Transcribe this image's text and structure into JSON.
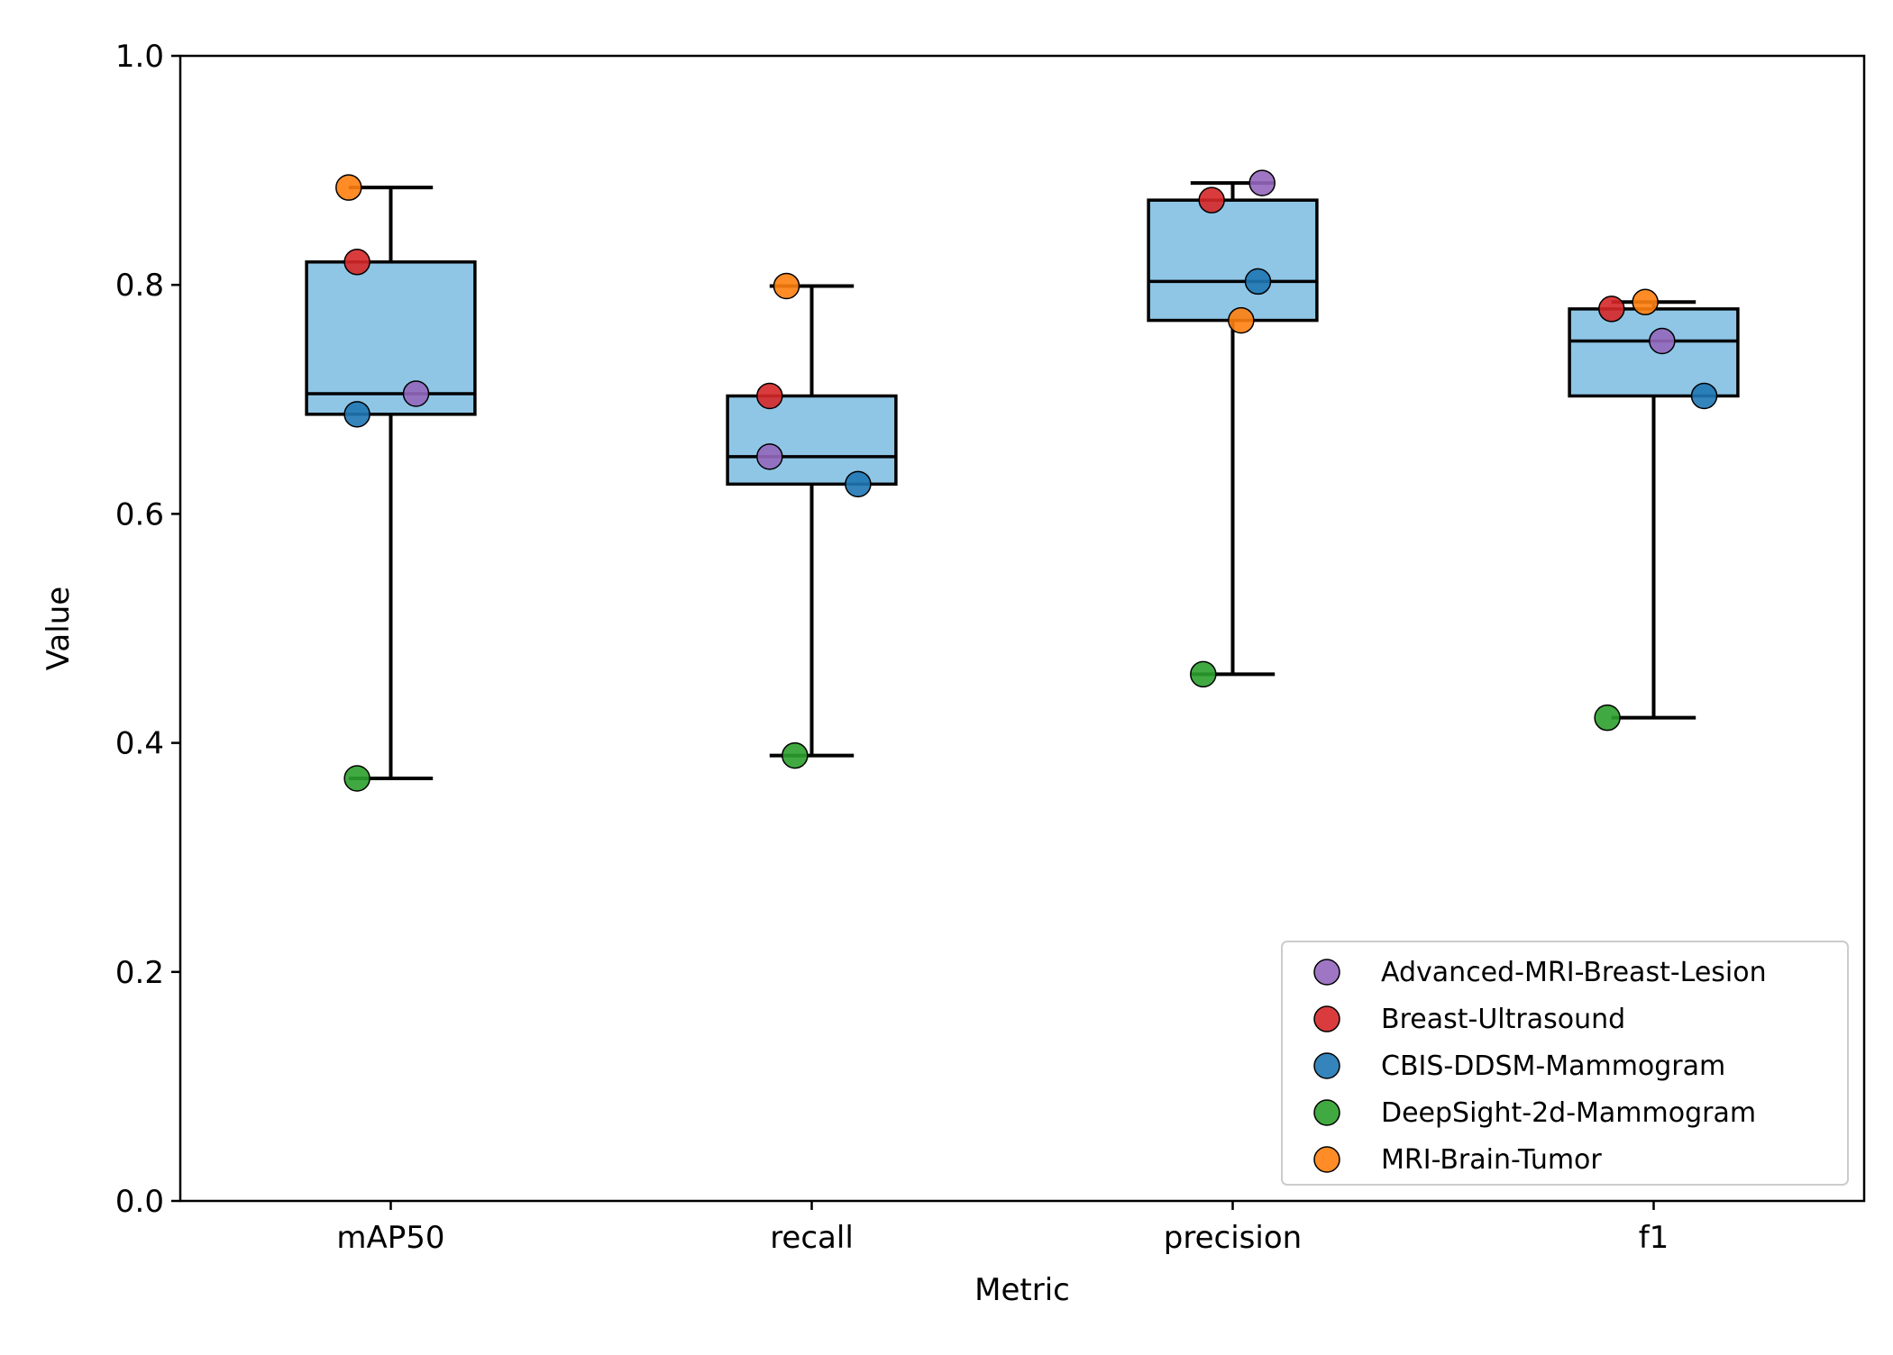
{
  "chart_data": {
    "type": "box",
    "xlabel": "Metric",
    "ylabel": "Value",
    "ylim": [
      0.0,
      1.0
    ],
    "yticks": [
      "0.0",
      "0.2",
      "0.4",
      "0.6",
      "0.8",
      "1.0"
    ],
    "categories": [
      "mAP50",
      "recall",
      "precision",
      "f1"
    ],
    "box_color": "#8fc6e6",
    "boxes": [
      {
        "category": "mAP50",
        "whisker_low": 0.369,
        "q1": 0.687,
        "median": 0.705,
        "q3": 0.82,
        "whisker_high": 0.885
      },
      {
        "category": "recall",
        "whisker_low": 0.389,
        "q1": 0.626,
        "median": 0.65,
        "q3": 0.703,
        "whisker_high": 0.799
      },
      {
        "category": "precision",
        "whisker_low": 0.46,
        "q1": 0.769,
        "median": 0.803,
        "q3": 0.874,
        "whisker_high": 0.889
      },
      {
        "category": "f1",
        "whisker_low": 0.422,
        "q1": 0.703,
        "median": 0.751,
        "q3": 0.779,
        "whisker_high": 0.785
      }
    ],
    "series": [
      {
        "name": "Advanced-MRI-Breast-Lesion",
        "color": "#9467bd",
        "values": [
          0.705,
          0.65,
          0.889,
          0.751
        ],
        "jitter": [
          0.06,
          -0.1,
          0.07,
          0.02
        ]
      },
      {
        "name": "Breast-Ultrasound",
        "color": "#d62728",
        "values": [
          0.82,
          0.703,
          0.874,
          0.779
        ],
        "jitter": [
          -0.08,
          -0.1,
          -0.05,
          -0.1
        ]
      },
      {
        "name": "CBIS-DDSM-Mammogram",
        "color": "#1f77b4",
        "values": [
          0.687,
          0.626,
          0.803,
          0.703
        ],
        "jitter": [
          -0.08,
          0.11,
          0.06,
          0.12
        ]
      },
      {
        "name": "DeepSight-2d-Mammogram",
        "color": "#2ca02c",
        "values": [
          0.369,
          0.389,
          0.46,
          0.422
        ],
        "jitter": [
          -0.08,
          -0.04,
          -0.07,
          -0.11
        ]
      },
      {
        "name": "MRI-Brain-Tumor",
        "color": "#ff7f0e",
        "values": [
          0.885,
          0.799,
          0.769,
          0.785
        ],
        "jitter": [
          -0.1,
          -0.06,
          0.02,
          -0.02
        ]
      }
    ],
    "grid": false,
    "legend_position": "lower-right"
  }
}
